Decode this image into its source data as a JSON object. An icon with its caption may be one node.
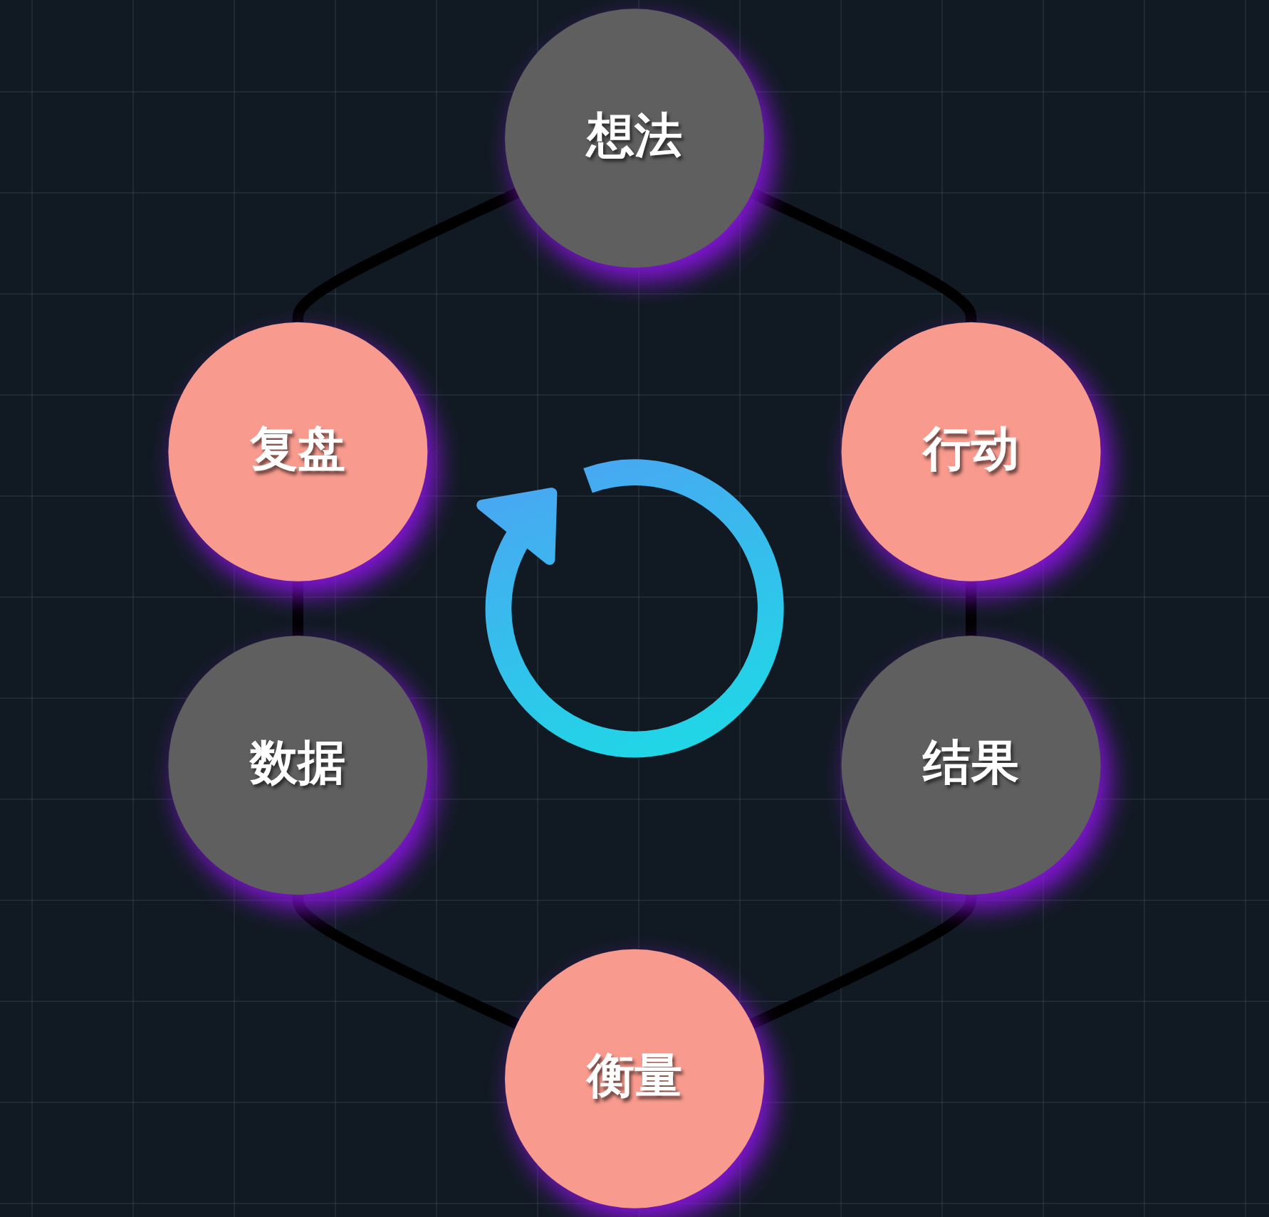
{
  "diagram": {
    "nodes": [
      {
        "text": [
          "想法"
        ]
      },
      {
        "text": [
          "行动"
        ]
      },
      {
        "text": [
          "结果"
        ]
      },
      {
        "text": [
          "衡量"
        ]
      },
      {
        "text": [
          "数据"
        ]
      },
      {
        "text": [
          "复盘"
        ]
      }
    ],
    "edges": [
      {
        "from": 0,
        "to": 5,
        "arrow": "none"
      },
      {
        "from": 5,
        "to": 4,
        "arrow": "none"
      },
      {
        "from": 4,
        "to": 3,
        "arrow": "none"
      },
      {
        "from": 0,
        "to": 1,
        "arrow": "none"
      },
      {
        "from": 1,
        "to": 2,
        "arrow": "none"
      },
      {
        "from": 2,
        "to": 3,
        "arrow": "none"
      }
    ]
  }
}
